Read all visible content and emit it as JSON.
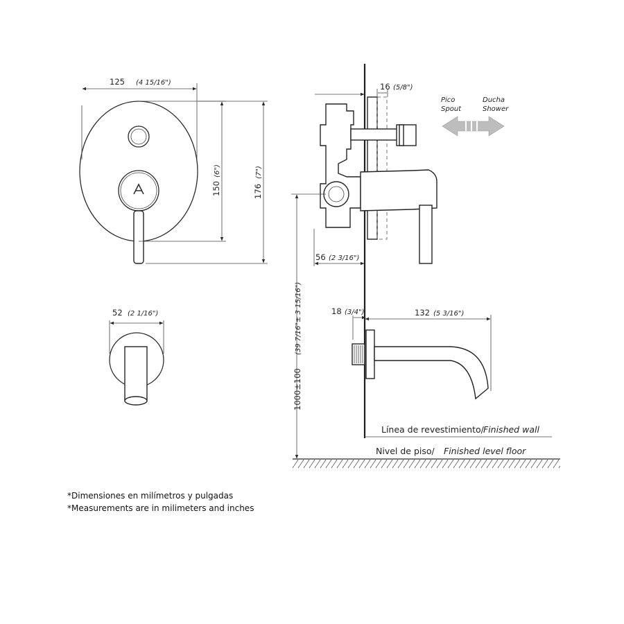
{
  "dimensions": {
    "front_width": {
      "mm": "125",
      "inch": "(4 15/16\")"
    },
    "front_inner_height": {
      "mm": "150",
      "inch": "(6\")"
    },
    "front_total_height": {
      "mm": "176",
      "inch": "(7\")"
    },
    "spout_diameter": {
      "mm": "52",
      "inch": "(2 1/16\")"
    },
    "wall_plate": {
      "mm": "16",
      "inch": "(5/8\")"
    },
    "body_depth": {
      "mm": "56",
      "inch": "(2 3/16\")"
    },
    "mount_height": {
      "mm": "1000±100",
      "inch": "(39 7/16\"± 3 15/16\")"
    },
    "spout_offset": {
      "mm": "18",
      "inch": "(3/4\")"
    },
    "spout_length": {
      "mm": "132",
      "inch": "(5 3/16\")"
    }
  },
  "diverter": {
    "left_es": "Pico",
    "left_en": "Spout",
    "right_es": "Ducha",
    "right_en": "Shower"
  },
  "labels": {
    "wall_es": "Línea de revestimiento/",
    "wall_en": "Finished wall",
    "floor_es": "Nivel de piso/",
    "floor_en": "Finished level floor"
  },
  "notes": [
    "*Dimensiones en milímetros y pulgadas",
    "*Measurements are in milimeters and inches"
  ]
}
